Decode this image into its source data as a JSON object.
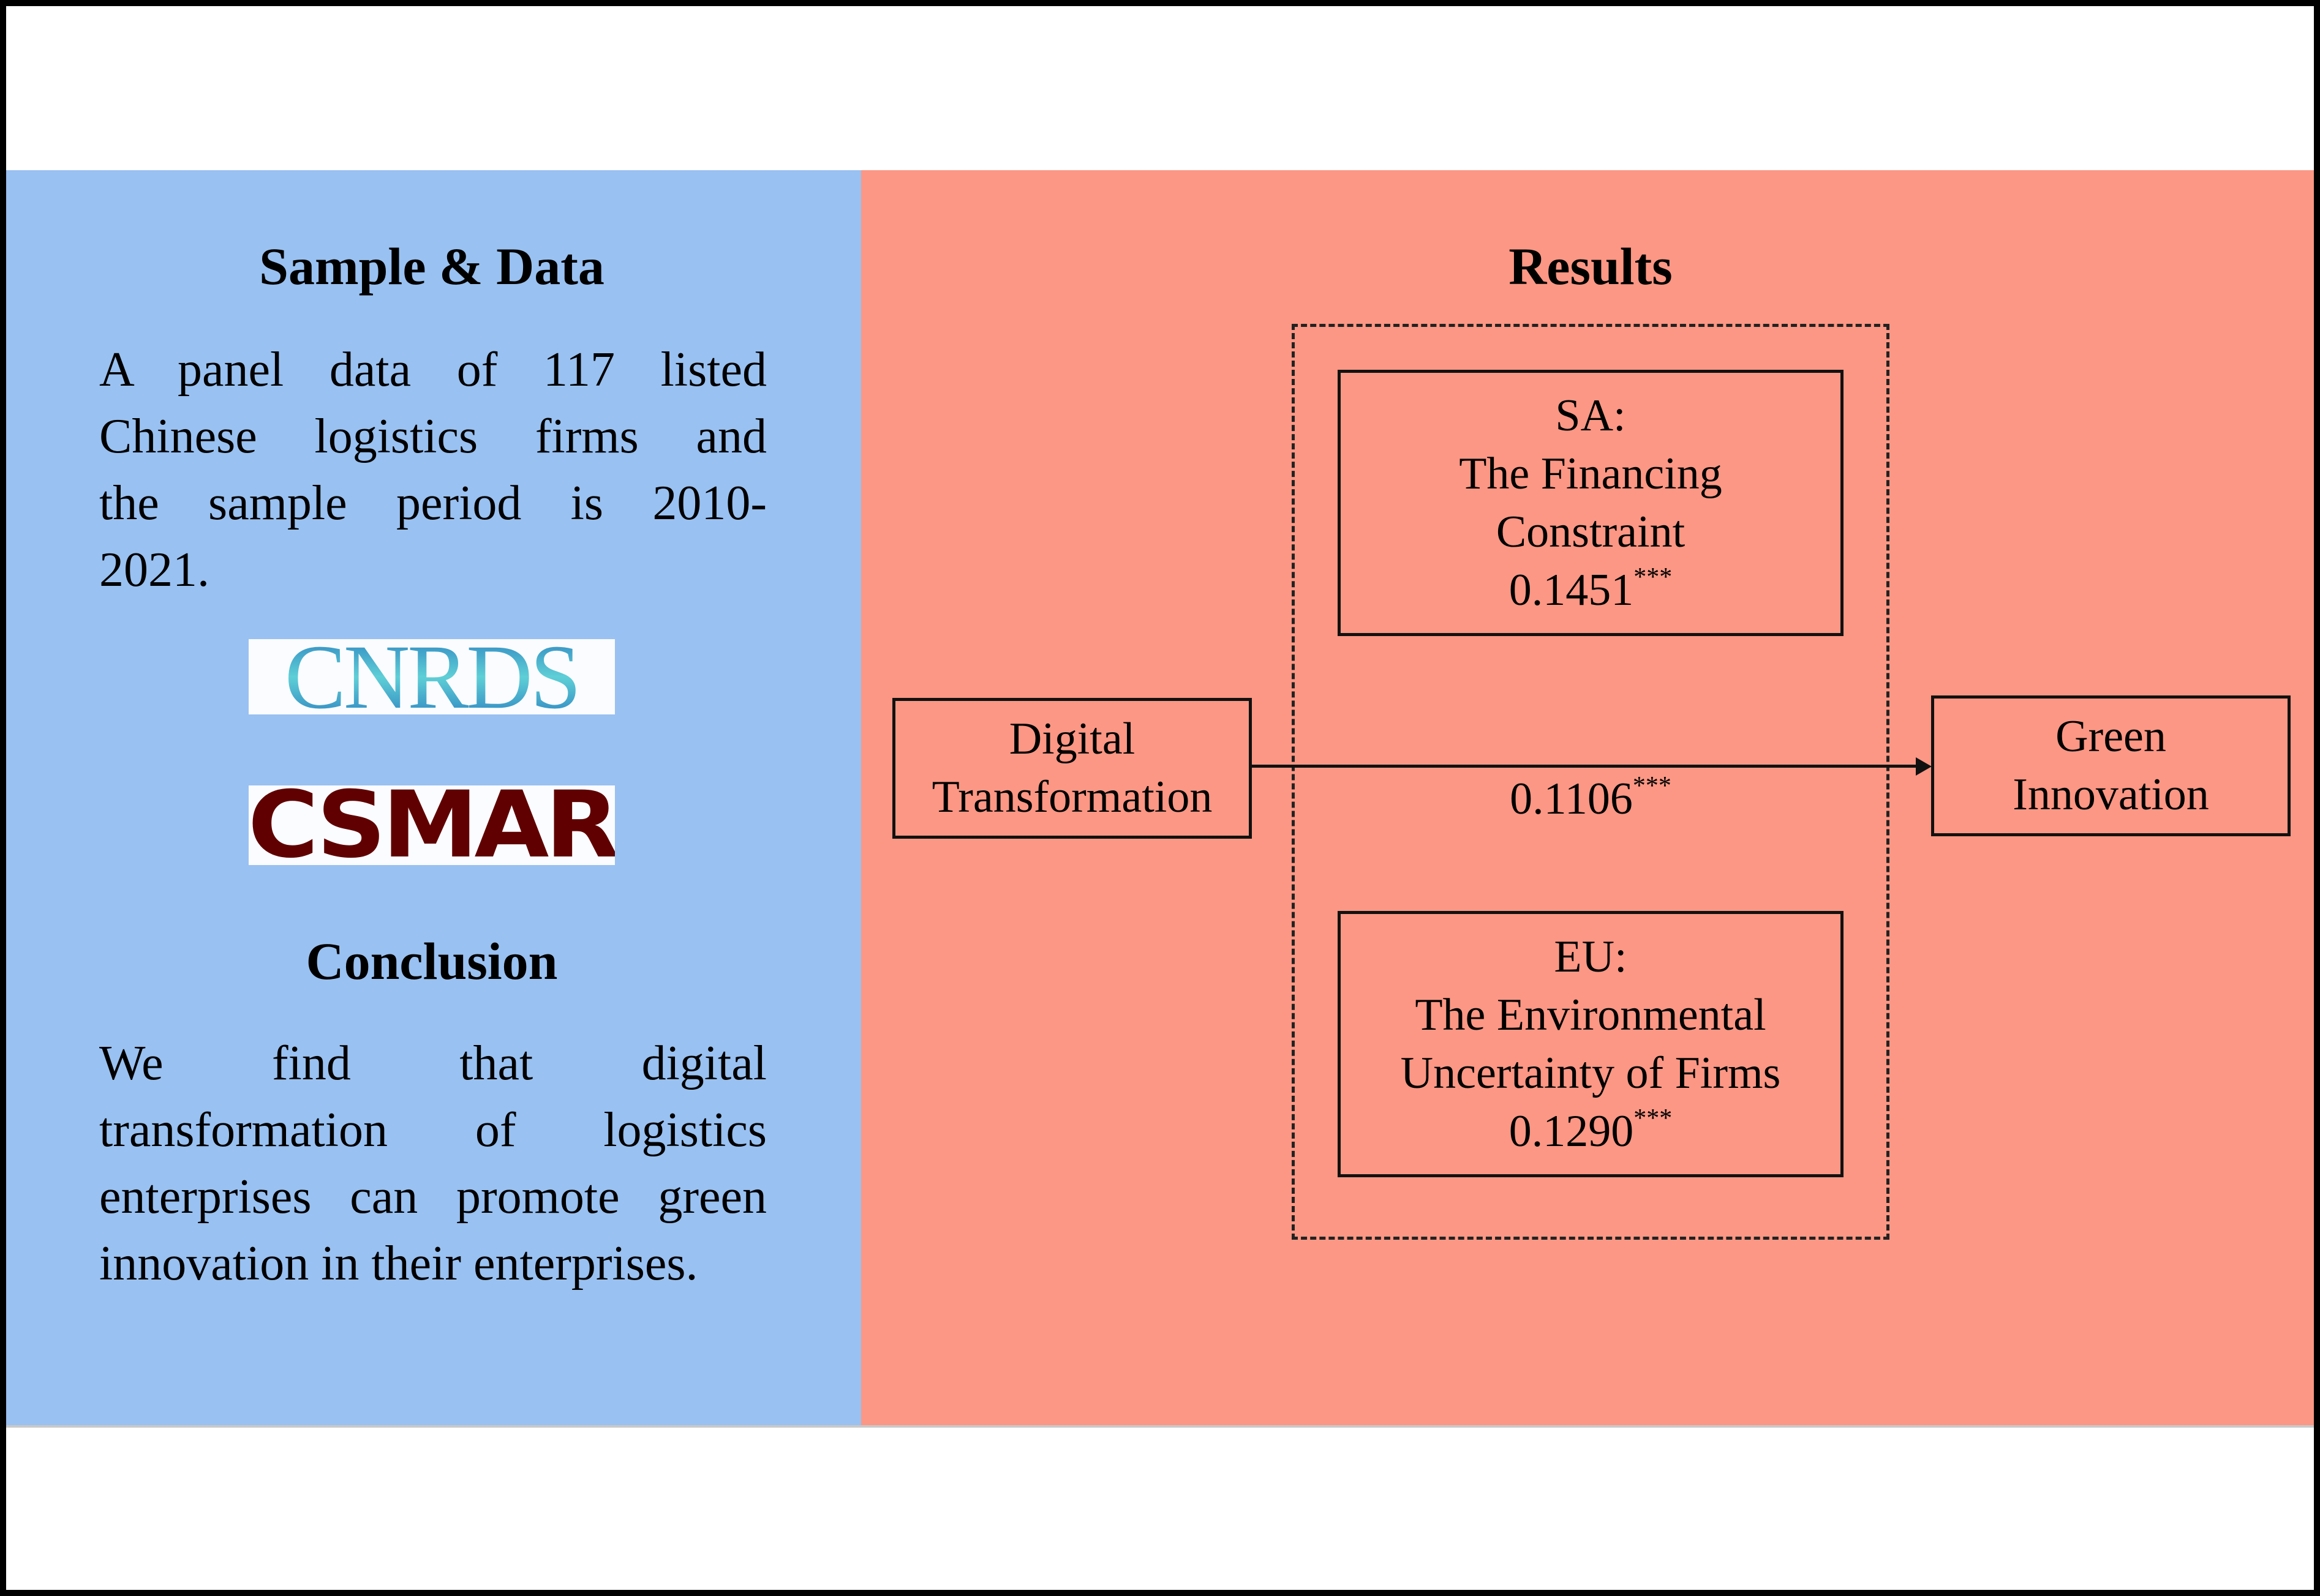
{
  "left_panel": {
    "sample_title": "Sample & Data",
    "sample_lines": [
      "A panel data of 117 listed",
      "Chinese logistics firms  and",
      "the sample period is 2010-",
      "2021."
    ],
    "logos": [
      "CNRDS",
      "CSMAR"
    ],
    "conclusion_title": "Conclusion",
    "conclusion_lines": [
      "We find that digital",
      "transformation of logistics",
      "enterprises can promote green",
      "innovation in their enterprises."
    ]
  },
  "results": {
    "title": "Results",
    "independent": {
      "line1": "Digital",
      "line2": "Transformation"
    },
    "dependent": {
      "line1": "Green",
      "line2": "Innovation"
    },
    "direct_effect": {
      "value": "0.1106",
      "sig": "***"
    },
    "mediator_sa": {
      "label": "SA:",
      "line1": "The Financing",
      "line2": "Constraint",
      "value": "0.1451",
      "sig": "***"
    },
    "mediator_eu": {
      "label": "EU:",
      "line1": "The Environmental",
      "line2": "Uncertainty of Firms",
      "value": "0.1290",
      "sig": "***"
    }
  },
  "colors": {
    "left_bg": "#99c1f1",
    "right_bg": "#fb9784",
    "csmar": "#600000",
    "cnrds": "#2a8fc4"
  }
}
